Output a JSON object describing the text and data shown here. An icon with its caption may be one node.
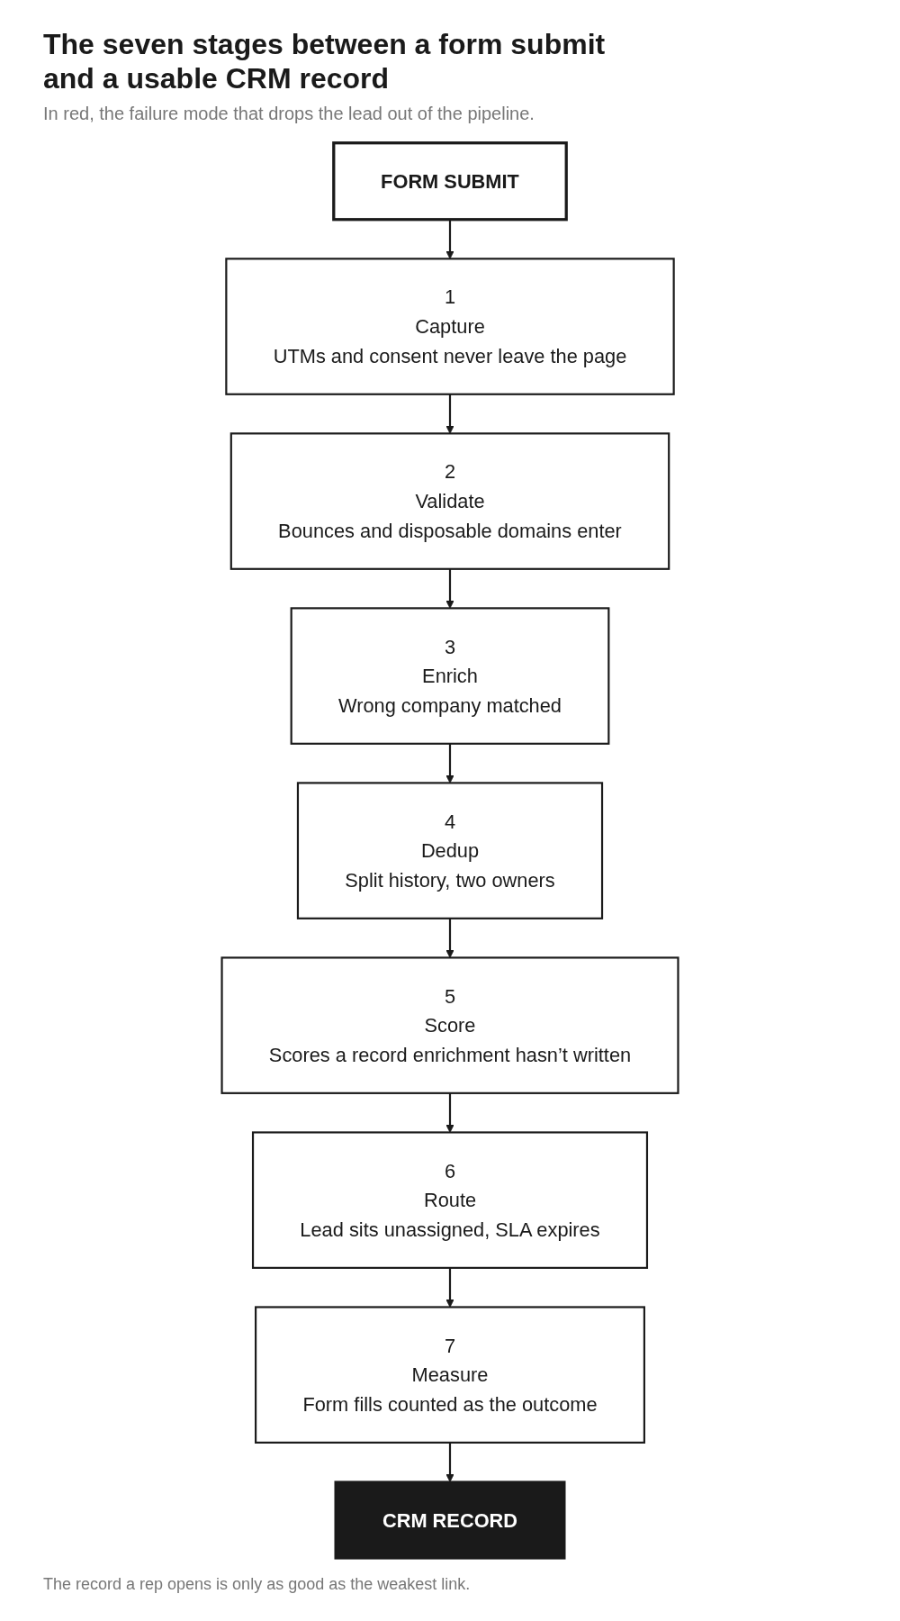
{
  "diagram": {
    "title": "The seven stages between a form submit and a usable CRM record",
    "caption": "The record a rep opens is only as good as the weakest link.",
    "nodes": [
      {
        "text": [
          "FORM SUBMIT"
        ]
      },
      {
        "text": [
          "1",
          "Capture",
          "UTMs and consent never leave the page"
        ]
      },
      {
        "text": [
          "2",
          "Validate",
          "Bounces and disposable domains enter"
        ]
      },
      {
        "text": [
          "3",
          "Enrich",
          "Wrong company matched"
        ]
      },
      {
        "text": [
          "4",
          "Dedup",
          "Split history, two owners"
        ]
      },
      {
        "text": [
          "5",
          "Score",
          "Scores a record enrichment hasn’t written"
        ]
      },
      {
        "text": [
          "6",
          "Route",
          "Lead sits unassigned, SLA expires"
        ]
      },
      {
        "text": [
          "7",
          "Measure",
          "Form fills counted as the outcome"
        ]
      },
      {
        "text": [
          "CRM RECORD"
        ]
      }
    ],
    "edges": [
      {
        "from": 0,
        "to": 1,
        "arrow": "to"
      },
      {
        "from": 1,
        "to": 2,
        "arrow": "to"
      },
      {
        "from": 2,
        "to": 3,
        "arrow": "to"
      },
      {
        "from": 3,
        "to": 4,
        "arrow": "to"
      },
      {
        "from": 4,
        "to": 5,
        "arrow": "to"
      },
      {
        "from": 5,
        "to": 6,
        "arrow": "to"
      },
      {
        "from": 6,
        "to": 7,
        "arrow": "to"
      },
      {
        "from": 7,
        "to": 8,
        "arrow": "to"
      }
    ],
    "labels": [
      "In red, the failure mode that drops the lead out of the pipeline."
    ]
  }
}
